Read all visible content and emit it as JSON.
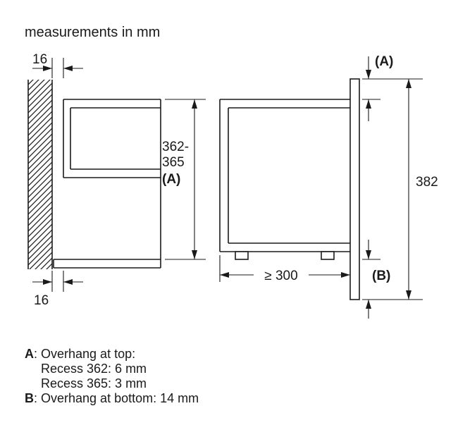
{
  "title": "measurements in mm",
  "diagram": {
    "left": {
      "wall_gap_top": "16",
      "wall_gap_bottom": "16",
      "recess_height_line1": "362-",
      "recess_height_line2": "365",
      "recess_height_ref": "(A)"
    },
    "right": {
      "overhang_top_ref": "(A)",
      "total_height": "382",
      "min_depth": "≥ 300",
      "overhang_bottom_ref": "(B)"
    }
  },
  "legend": {
    "a_key": "A",
    "a_text": ": Overhang at top:",
    "a_sub1": "Recess 362: 6 mm",
    "a_sub2": "Recess 365: 3 mm",
    "b_key": "B",
    "b_text": ": Overhang at bottom: 14 mm"
  }
}
